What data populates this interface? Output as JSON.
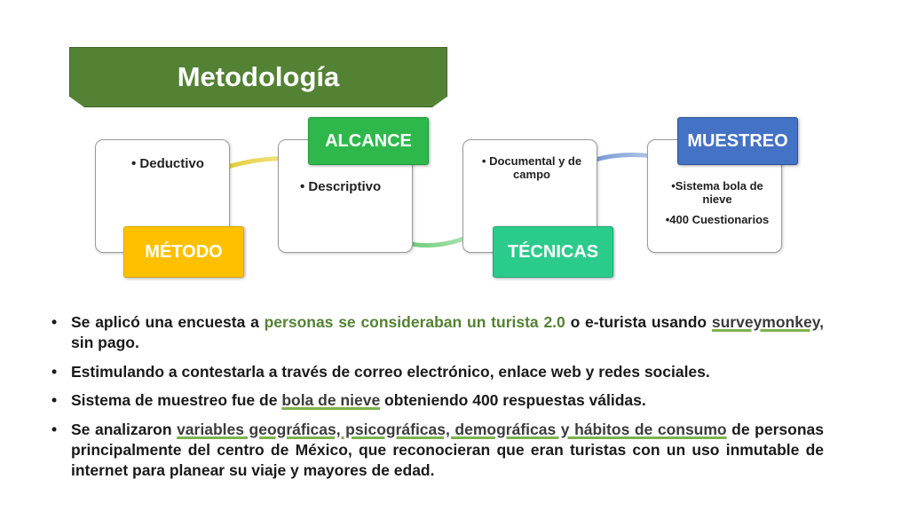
{
  "title": "Metodología",
  "colors": {
    "title_bg": "#548235",
    "metodo": "#FFC000",
    "alcance": "#2EB84B",
    "tecnicas": "#2BCB8C",
    "muestreo": "#4472C4",
    "highlight": "#548235"
  },
  "diagram": {
    "metodo": {
      "label": "MÉTODO",
      "items": [
        "Deductivo"
      ]
    },
    "alcance": {
      "label": "ALCANCE",
      "items": [
        "Descriptivo"
      ]
    },
    "tecnicas": {
      "label": "TÉCNICAS",
      "items": [
        "Documental y de campo"
      ]
    },
    "muestreo": {
      "label": "MUESTREO",
      "items": [
        "Sistema bola de nieve",
        "400 Cuestionarios"
      ]
    }
  },
  "bullets": [
    {
      "parts": [
        "Se aplicó una encuesta a ",
        "personas se consideraban un turista 2.0",
        " o e-turista usando ",
        "surveymonkey,",
        " sin pago."
      ]
    },
    {
      "parts": [
        " Estimulando a contestarla a través de correo electrónico, enlace web y redes sociales."
      ]
    },
    {
      "parts": [
        "Sistema de muestreo fue de ",
        "bola de nieve",
        " obteniendo 400 respuestas válidas."
      ]
    },
    {
      "parts": [
        " Se analizaron ",
        "variables geográficas, psicográficas, demográficas y hábitos de consumo",
        " de personas principalmente del centro de México, que reconocieran que eran turistas con un uso inmutable de internet para planear su viaje y mayores de edad."
      ]
    }
  ]
}
